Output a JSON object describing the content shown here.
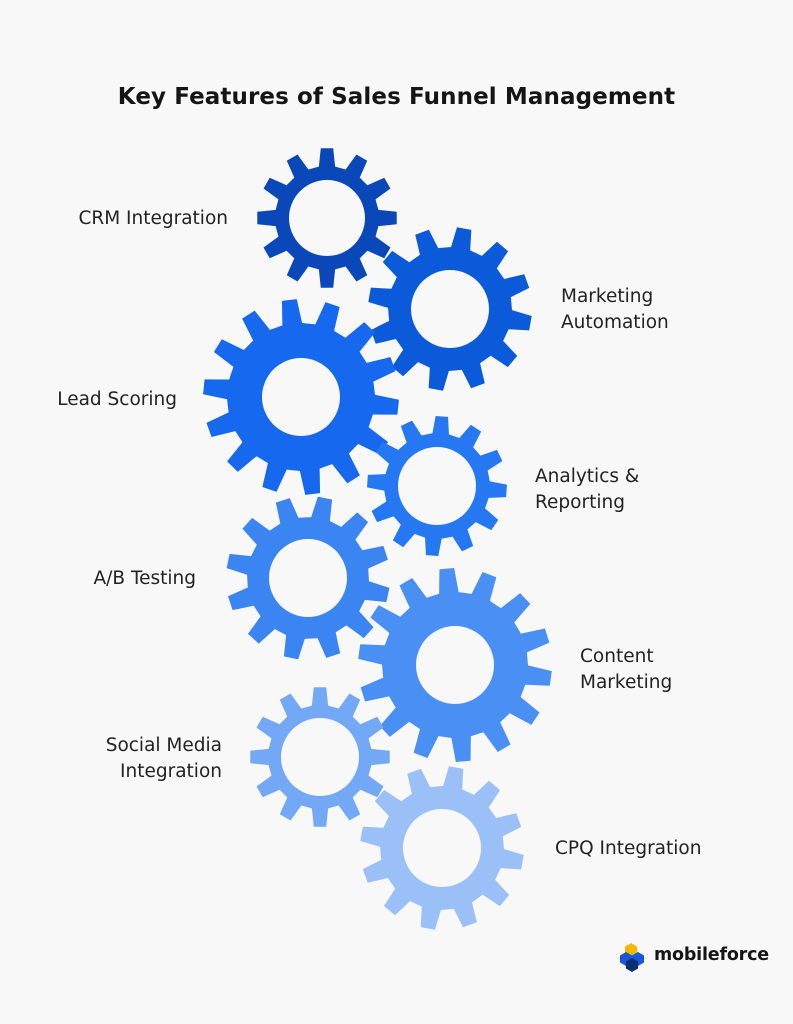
{
  "title": "Key Features of Sales Funnel Management",
  "gears": [
    {
      "id": "crm-integration",
      "label_lines": [
        "CRM Integration"
      ],
      "color": "#0a47b8"
    },
    {
      "id": "marketing-automation",
      "label_lines": [
        "Marketing",
        "Automation"
      ],
      "color": "#0b5ad9"
    },
    {
      "id": "lead-scoring",
      "label_lines": [
        "Lead Scoring"
      ],
      "color": "#1668ef"
    },
    {
      "id": "analytics-reporting",
      "label_lines": [
        "Analytics &",
        "Reporting"
      ],
      "color": "#2578f1"
    },
    {
      "id": "ab-testing",
      "label_lines": [
        "A/B Testing"
      ],
      "color": "#3a85f2"
    },
    {
      "id": "content-marketing",
      "label_lines": [
        "Content",
        "Marketing"
      ],
      "color": "#4a90f4"
    },
    {
      "id": "social-media-integration",
      "label_lines": [
        "Social Media",
        "Integration"
      ],
      "color": "#72a8f6"
    },
    {
      "id": "cpq-integration",
      "label_lines": [
        "CPQ Integration"
      ],
      "color": "#9bc0f8"
    }
  ],
  "brand": {
    "name": "mobileforce",
    "colors": {
      "blue": "#1a56db",
      "yellow": "#f5b800",
      "dark": "#0c2e6e"
    }
  }
}
